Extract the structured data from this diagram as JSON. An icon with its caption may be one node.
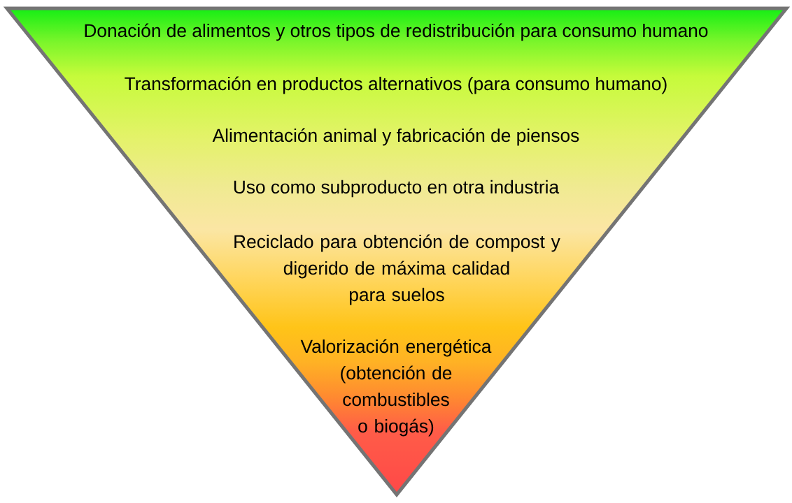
{
  "diagram": {
    "nodes": [
      {
        "text": [
          "Donación de alimentos y otros tipos de redistribución para consumo humano",
          "Transformación en productos alternativos (para consumo humano)",
          "Alimentación animal y fabricación de piensos",
          "Uso como subproducto en otra industria",
          "Reciclado para obtención de compost y digerido de máxima calidad para suelos",
          "Valorización energética (obtención de combustibles o biogás)"
        ]
      }
    ]
  }
}
